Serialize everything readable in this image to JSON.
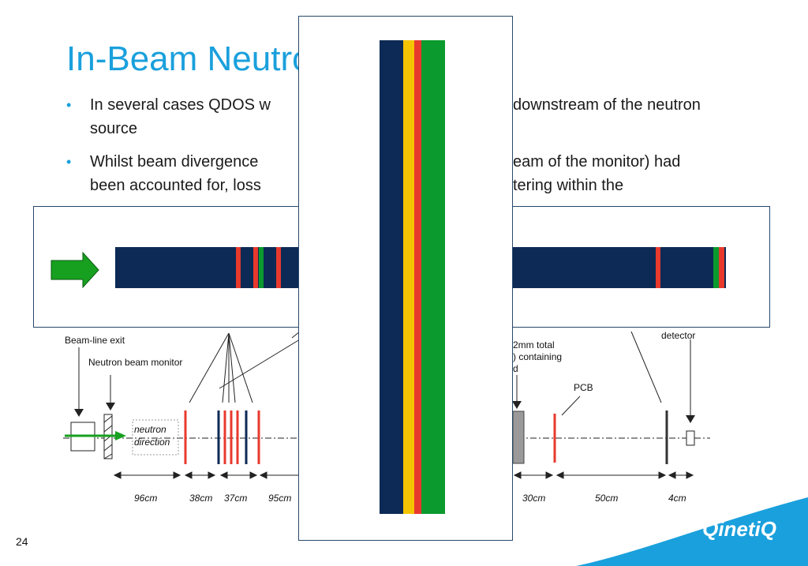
{
  "slide": {
    "title": "In-Beam Neutron Monitoring",
    "page_number": "24",
    "bullets": [
      {
        "line1_left": "In several cases QDOS w",
        "line1_right": "downstream of the neutron",
        "line2": "source"
      },
      {
        "line1_left": "Whilst beam divergence",
        "line1_right": "eam of the monitor) had",
        "line2_left": "been accounted for, loss",
        "line2_right": "tering within the"
      }
    ],
    "bullet_symbol": "•"
  },
  "diagram": {
    "labels": {
      "beamline_exit": "Beam-line exit",
      "neutron_monitor": "Neutron beam monitor",
      "neutron_direction_1": "neutron",
      "neutron_direction_2": "direction",
      "pcb": "PCB",
      "detector": "detector",
      "partial_total": "2mm total",
      "partial_containing": ") containing",
      "partial_d": "d"
    },
    "distances": [
      "96cm",
      "38cm",
      "37cm",
      "95cm",
      "30cm",
      "50cm",
      "4cm"
    ]
  },
  "colors": {
    "navy": "#0c2a55",
    "yellow": "#f5c400",
    "red": "#e8392d",
    "green": "#0b9a2d",
    "title_blue": "#1aa0dc",
    "logo_blue": "#1aa0dc",
    "arrow_green": "#17a01f"
  },
  "logo": {
    "text": "QinetiQ"
  }
}
